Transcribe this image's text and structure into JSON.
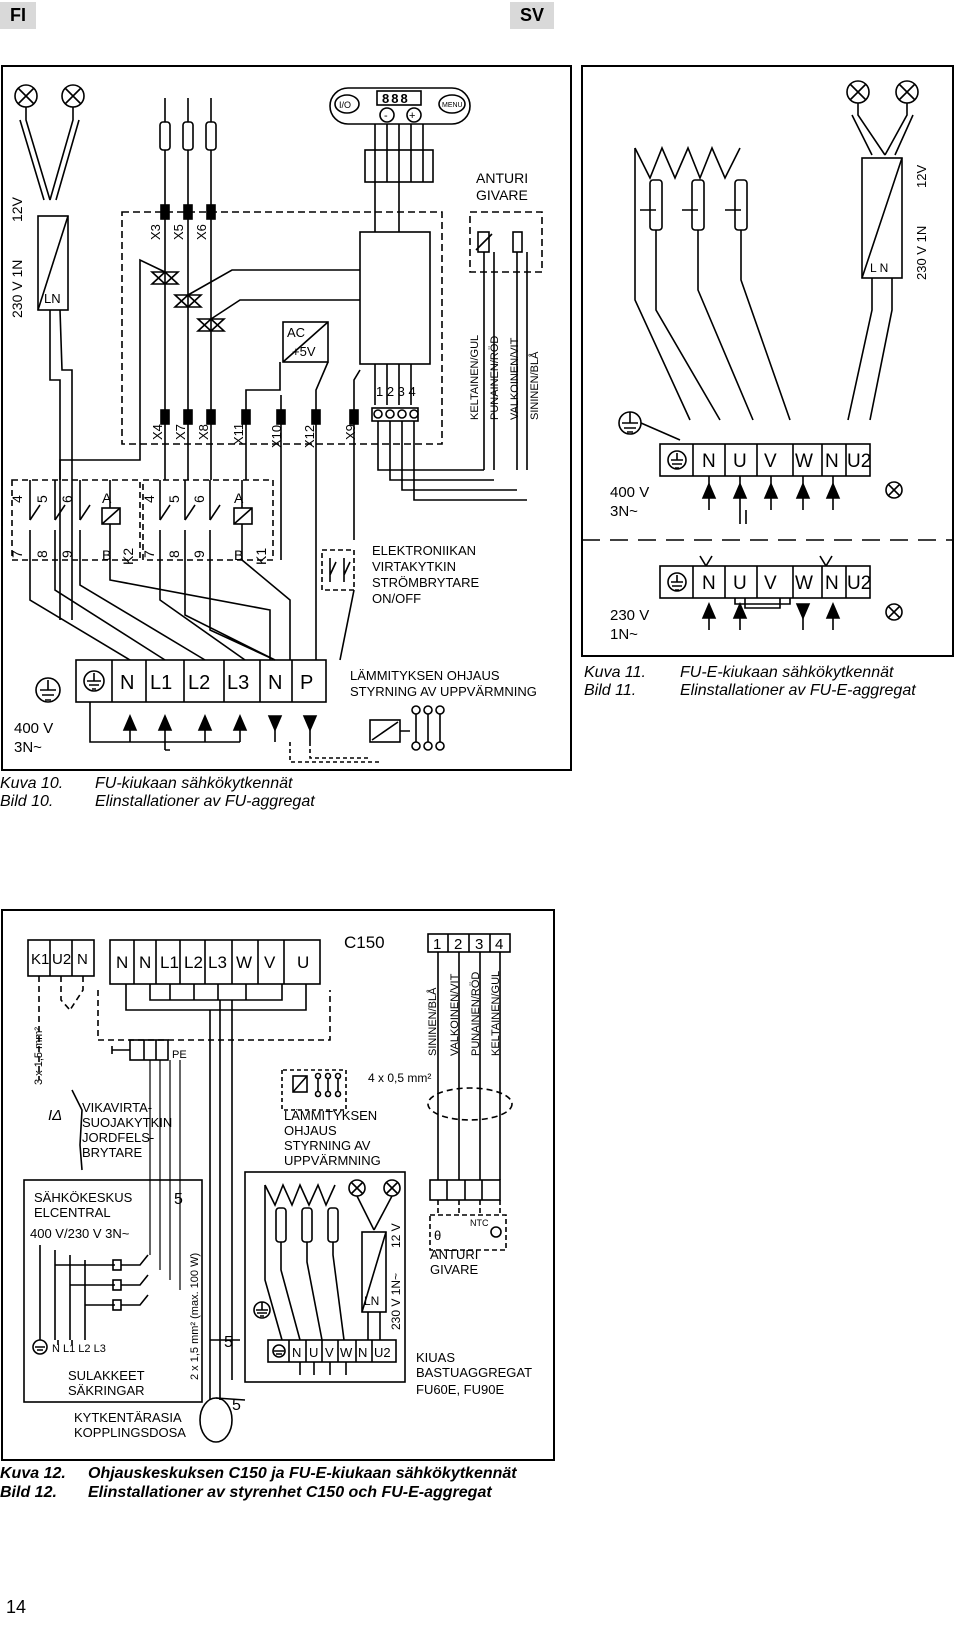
{
  "header": {
    "left_tag": "FI",
    "right_tag": "SV"
  },
  "page_number": "14",
  "fig10": {
    "supply_top": "230 V 1N",
    "volt_12": "12V",
    "ln": "LN",
    "x_top": [
      "X3",
      "X5",
      "X6"
    ],
    "x_bot": [
      "X4",
      "X7",
      "X8",
      "X11",
      "X10",
      "X12",
      "X9"
    ],
    "panel_io": "I/O",
    "panel_display": "888",
    "panel_minus": "-",
    "panel_plus": "+",
    "panel_menu": "MENU",
    "ac": "AC",
    "plus5v": "+5V",
    "pins": "1 2 3 4",
    "sensor": [
      "ANTURI",
      "GIVARE"
    ],
    "wires": [
      "KELTAINEN/GUL",
      "PUNAINEN/RÖD",
      "VALKOINEN/VIT",
      "SININEN/BLÅ"
    ],
    "contactor_top": [
      "4",
      "5",
      "6"
    ],
    "contactor_bot": [
      "7",
      "8",
      "9"
    ],
    "coil_a": "A",
    "coil_b": "B",
    "k1": "K1",
    "k2": "K2",
    "switch_label": [
      "ELEKTRONIIKAN",
      "VIRTAKYTKIN",
      "STRÖMBRYTARE",
      "ON/OFF"
    ],
    "terminals": [
      "N",
      "L1",
      "L2",
      "L3",
      "N",
      "P"
    ],
    "heat_ctrl": [
      "LÄMMITYKSEN OHJAUS",
      "STYRNING AV UPPVÄRMNING"
    ],
    "supply_bot": [
      "400 V",
      "3N~"
    ],
    "caption_fi": "Kuva 10.",
    "caption_fi_text": "FU-kiukaan sähkökytkennät",
    "caption_sv": "Bild 10.",
    "caption_sv_text": "Elinstallationer av FU-aggregat"
  },
  "fig11": {
    "volt_12": "12V",
    "supply": "230 V 1N",
    "ln": "L N",
    "terminals": [
      "N",
      "U",
      "V",
      "W",
      "N",
      "U2"
    ],
    "supply_400": [
      "400 V",
      "3N~"
    ],
    "supply_230": [
      "230 V",
      "1N~"
    ],
    "caption_fi": "Kuva 11.",
    "caption_fi_text": "FU-E-kiukaan sähkökytkennät",
    "caption_sv": "Bild 11.",
    "caption_sv_text": "Elinstallationer av FU-E-aggregat"
  },
  "fig12": {
    "top_terms_left": [
      "K1",
      "U2",
      "N"
    ],
    "top_terms_main": [
      "N",
      "N",
      "L1",
      "L2",
      "L3",
      "W",
      "V",
      "U"
    ],
    "c150": "C150",
    "c150_pins": [
      "1",
      "2",
      "3",
      "4"
    ],
    "wires": [
      "SININEN/BLÅ",
      "VALKOINEN/VIT",
      "PUNAINEN/RÖD",
      "KELTAINEN/GUL"
    ],
    "cable_3x": "3 x 1,5 mm²",
    "pe": "PE",
    "cable_4x": "4 x 0,5 mm²",
    "i_delta": "IΔ",
    "rcd": [
      "VIKAVIRTA-",
      "SUOJAKYTKIN",
      "JORDFELS-",
      "BRYTARE"
    ],
    "heat_ctrl": [
      "LÄMMITYKSEN",
      "OHJAUS",
      "STYRNING AV",
      "UPPVÄRMNING"
    ],
    "panel": [
      "SÄHKÖKESKUS",
      "ELCENTRAL"
    ],
    "num5": "5",
    "panel_supply": "400 V/230 V 3N~",
    "cable_2x": "2 x 1,5 mm² (max. 100 W)",
    "panel_terms": "N L1 L2 L3",
    "fuses": [
      "SULAKKEET",
      "SÄKRINGAR"
    ],
    "junction": [
      "KYTKENTÄRASIA",
      "KOPPLINGSDOSA"
    ],
    "heater_terms": [
      "N",
      "U",
      "V",
      "W",
      "N",
      "U2"
    ],
    "heater_ln": "LN",
    "heater_supply": "230 V 1N~",
    "heater_12v": "12 V",
    "ntc": "NTC",
    "sensor": [
      "ANTURI",
      "GIVARE"
    ],
    "heater": [
      "KIUAS",
      "BASTUAGGREGAT",
      "FU60E, FU90E"
    ],
    "caption_fi": "Kuva 12.",
    "caption_fi_text": "Ohjauskeskuksen C150 ja FU-E-kiukaan sähkökytkennät",
    "caption_sv": "Bild 12.",
    "caption_sv_text": "Elinstallationer av styrenhet C150 och FU-E-aggregat"
  }
}
